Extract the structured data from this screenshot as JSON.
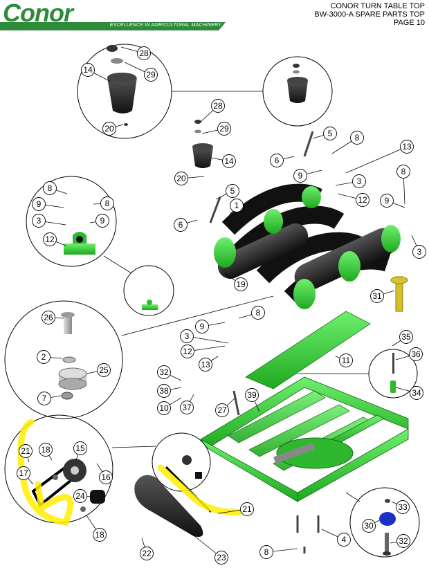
{
  "header": {
    "brand": "Conor",
    "tagline": "EXCELLENCE IN AGRICULTURAL MACHINERY",
    "line1": "CONOR TURN TABLE TOP",
    "line2": "BW-3000-A SPARE PARTS TOP",
    "line3": "PAGE 10"
  },
  "colors": {
    "brand_green": "#2e8b3a",
    "part_green": "#3cd23c",
    "rubber": "#2a2a2a",
    "highlight": "#ffee00"
  },
  "callouts": [
    {
      "n": "28"
    },
    {
      "n": "29"
    },
    {
      "n": "14"
    },
    {
      "n": "20"
    },
    {
      "n": "28"
    },
    {
      "n": "29"
    },
    {
      "n": "14"
    },
    {
      "n": "20"
    },
    {
      "n": "5"
    },
    {
      "n": "6"
    },
    {
      "n": "8"
    },
    {
      "n": "9"
    },
    {
      "n": "3"
    },
    {
      "n": "13"
    },
    {
      "n": "8"
    },
    {
      "n": "9"
    },
    {
      "n": "12"
    },
    {
      "n": "3"
    },
    {
      "n": "5"
    },
    {
      "n": "1"
    },
    {
      "n": "6"
    },
    {
      "n": "19"
    },
    {
      "n": "8"
    },
    {
      "n": "8"
    },
    {
      "n": "9"
    },
    {
      "n": "3"
    },
    {
      "n": "9"
    },
    {
      "n": "12"
    },
    {
      "n": "26"
    },
    {
      "n": "2"
    },
    {
      "n": "25"
    },
    {
      "n": "7"
    },
    {
      "n": "8"
    },
    {
      "n": "9"
    },
    {
      "n": "3"
    },
    {
      "n": "12"
    },
    {
      "n": "13"
    },
    {
      "n": "11"
    },
    {
      "n": "31"
    },
    {
      "n": "35"
    },
    {
      "n": "36"
    },
    {
      "n": "34"
    },
    {
      "n": "32"
    },
    {
      "n": "38"
    },
    {
      "n": "10"
    },
    {
      "n": "37"
    },
    {
      "n": "27"
    },
    {
      "n": "39"
    },
    {
      "n": "21"
    },
    {
      "n": "18"
    },
    {
      "n": "15"
    },
    {
      "n": "17"
    },
    {
      "n": "16"
    },
    {
      "n": "24"
    },
    {
      "n": "18"
    },
    {
      "n": "21"
    },
    {
      "n": "22"
    },
    {
      "n": "23"
    },
    {
      "n": "33"
    },
    {
      "n": "30"
    },
    {
      "n": "32"
    },
    {
      "n": "4"
    },
    {
      "n": "8"
    }
  ]
}
